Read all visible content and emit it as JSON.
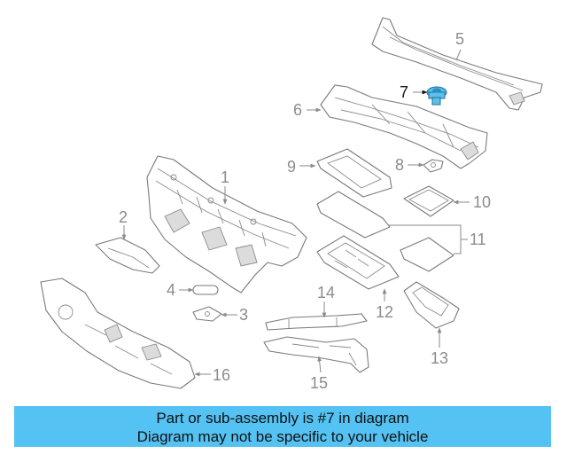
{
  "diagram": {
    "callouts": {
      "c1": "1",
      "c2": "2",
      "c3": "3",
      "c4": "4",
      "c5": "5",
      "c6": "6",
      "c7": "7",
      "c8": "8",
      "c9": "9",
      "c10": "10",
      "c11": "11",
      "c12": "12",
      "c13": "13",
      "c14": "14",
      "c15": "15",
      "c16": "16"
    },
    "highlighted_part": "7",
    "highlight_color": "#5bc0eb"
  },
  "banner": {
    "line1": "Part or sub-assembly is #7 in diagram",
    "line2": "Diagram may not be specific to your vehicle",
    "background": "#54c2f2"
  }
}
